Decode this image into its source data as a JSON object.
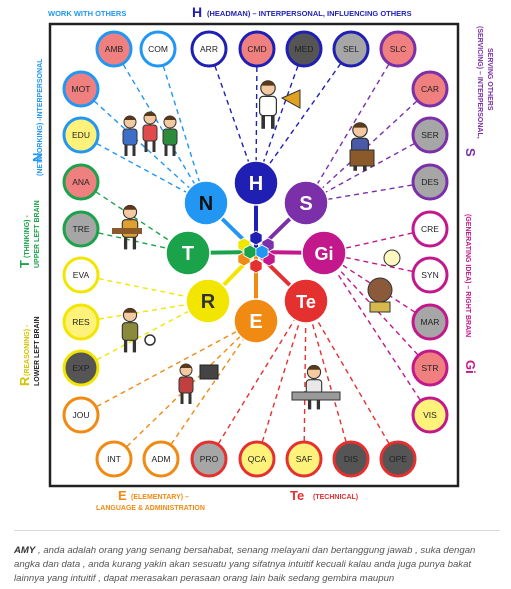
{
  "headers": {
    "top_letter": "H",
    "top_text": "(HEADMAN) – INTERPERSONAL, INFLUENCING OTHERS",
    "top_left": "WORK WITH OTHERS",
    "left_n_letter": "N",
    "left_n_text": "(NETWORKING) -INTERPERSONAL",
    "left_t_letter": "T",
    "left_t_text": "(THINKING) -",
    "left_t_sub": "UPPER LEFT BRAIN",
    "left_r_letter": "R",
    "left_r_text": "(REASONING) -",
    "left_r_sub": "LOWER LEFT BRAIN",
    "right_s_letter": "S",
    "right_s_text": "(SERVICING) – INTERPERSONAL,",
    "right_s_sub": "SERVING OTHERS",
    "right_gi_letter": "Gi",
    "right_gi_text": "(GENERATING IDEA) – RIGHT BRAIN",
    "bottom_e_letter": "E",
    "bottom_e_text": "(ELEMENTARY) –",
    "bottom_e_sub": "LANGUAGE & ADMINISTRATION",
    "bottom_te_letter": "Te",
    "bottom_te_text": "(TECHNICAL)"
  },
  "colors": {
    "H": "#1f1fb4",
    "N": "#2196f3",
    "T": "#1aa34a",
    "R": "#f2e600",
    "E": "#f08a12",
    "Te": "#e53030",
    "Gi": "#c2188b",
    "S": "#7b2fa8",
    "red_fill": "#f08080",
    "grey_fill": "#a6a6a6",
    "yellow_fill": "#fff27a",
    "dark_fill": "#555555"
  },
  "core_letters": {
    "H": "H",
    "S": "S",
    "Gi": "Gi",
    "Te": "Te",
    "E": "E",
    "R": "R",
    "T": "T",
    "N": "N"
  },
  "roles": [
    {
      "code": "AMB",
      "group": "N",
      "fill": "red"
    },
    {
      "code": "COM",
      "group": "N",
      "fill": "white"
    },
    {
      "code": "ARR",
      "group": "H",
      "fill": "white"
    },
    {
      "code": "CMD",
      "group": "H",
      "fill": "red"
    },
    {
      "code": "MED",
      "group": "H",
      "fill": "dark"
    },
    {
      "code": "SEL",
      "group": "H",
      "fill": "grey"
    },
    {
      "code": "SLC",
      "group": "S",
      "fill": "red"
    },
    {
      "code": "CAR",
      "group": "S",
      "fill": "red"
    },
    {
      "code": "SER",
      "group": "S",
      "fill": "grey"
    },
    {
      "code": "DES",
      "group": "S",
      "fill": "grey"
    },
    {
      "code": "CRE",
      "group": "Gi",
      "fill": "white"
    },
    {
      "code": "SYN",
      "group": "Gi",
      "fill": "white"
    },
    {
      "code": "MAR",
      "group": "Gi",
      "fill": "grey"
    },
    {
      "code": "STR",
      "group": "Gi",
      "fill": "red"
    },
    {
      "code": "VIS",
      "group": "Gi",
      "fill": "yellow"
    },
    {
      "code": "MOT",
      "group": "N",
      "fill": "red"
    },
    {
      "code": "EDU",
      "group": "N",
      "fill": "yellow"
    },
    {
      "code": "ANA",
      "group": "T",
      "fill": "red"
    },
    {
      "code": "TRE",
      "group": "T",
      "fill": "grey"
    },
    {
      "code": "EVA",
      "group": "R",
      "fill": "white"
    },
    {
      "code": "RES",
      "group": "R",
      "fill": "yellow"
    },
    {
      "code": "EXP",
      "group": "R",
      "fill": "dark"
    },
    {
      "code": "JOU",
      "group": "E",
      "fill": "white"
    },
    {
      "code": "INT",
      "group": "E",
      "fill": "white"
    },
    {
      "code": "ADM",
      "group": "E",
      "fill": "white"
    },
    {
      "code": "PRO",
      "group": "Te",
      "fill": "grey"
    },
    {
      "code": "QCA",
      "group": "Te",
      "fill": "yellow"
    },
    {
      "code": "SAF",
      "group": "Te",
      "fill": "yellow"
    },
    {
      "code": "DIS",
      "group": "Te",
      "fill": "dark"
    },
    {
      "code": "OPE",
      "group": "Te",
      "fill": "dark"
    }
  ],
  "caption": {
    "lead": "AMY",
    "text": " , anda adalah orang yang senang bersahabat, senang melayani dan bertanggung jawab , suka dengan angka dan data , anda kurang yakin akan sesuatu yang sifatnya intuitif kecuali kalau anda juga punya bakat lainnya yang intuitif , dapat merasakan perasaan orang lain baik sedang gembira maupun"
  }
}
